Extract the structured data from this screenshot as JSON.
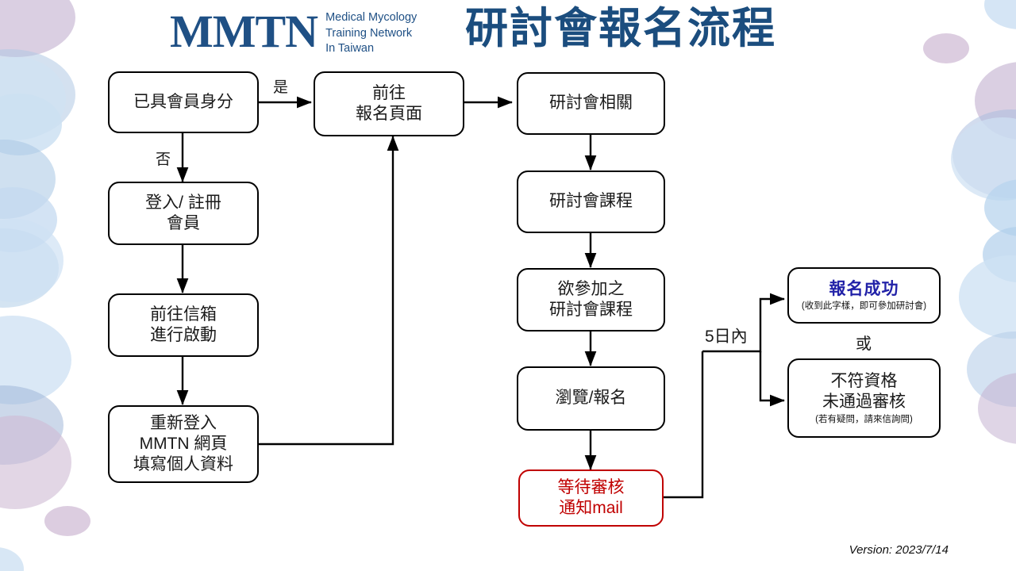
{
  "header": {
    "logo_mark": "MMTN",
    "logo_tagline": [
      "Medical Mycology",
      "Training Network",
      "In Taiwan"
    ],
    "title": "研討會報名流程",
    "brand_color": "#1f5085",
    "title_color": "#1b4d7e"
  },
  "flow": {
    "nodes": [
      {
        "id": "member-status",
        "lines": [
          "已具會員身分"
        ],
        "style": "plain"
      },
      {
        "id": "login-register",
        "lines": [
          "登入/ 註冊",
          "會員"
        ],
        "style": "plain"
      },
      {
        "id": "mailbox-activate",
        "lines": [
          "前往信箱",
          "進行啟動"
        ],
        "style": "plain"
      },
      {
        "id": "relogin-profile",
        "lines": [
          "重新登入",
          "MMTN 網頁",
          "填寫個人資料"
        ],
        "style": "plain"
      },
      {
        "id": "goto-signup",
        "lines": [
          "前往",
          "報名頁面"
        ],
        "style": "plain"
      },
      {
        "id": "seminar-related",
        "lines": [
          "研討會相關"
        ],
        "style": "plain"
      },
      {
        "id": "seminar-course",
        "lines": [
          "研討會課程"
        ],
        "style": "plain"
      },
      {
        "id": "desired-course",
        "lines": [
          "欲參加之",
          "研討會課程"
        ],
        "style": "plain"
      },
      {
        "id": "browse-signup",
        "lines": [
          "瀏覽/報名"
        ],
        "style": "plain"
      },
      {
        "id": "await-review",
        "lines": [
          "等待審核",
          "通知mail"
        ],
        "style": "red"
      }
    ],
    "outcomes": [
      {
        "id": "success",
        "title": "報名成功",
        "note": "(收到此字樣，即可參加研討會)",
        "title_color": "#2222a8"
      },
      {
        "id": "rejected",
        "lines": [
          "不符資格",
          "未通過審核"
        ],
        "note": "(若有疑問，請來信詢問)"
      }
    ],
    "labels": {
      "yes": "是",
      "no": "否",
      "within_5_days": "5日內",
      "or": "或"
    },
    "colors": {
      "line": "#000000",
      "red_box": "#c00000"
    }
  },
  "footer": {
    "version": "Version: 2023/7/14"
  }
}
